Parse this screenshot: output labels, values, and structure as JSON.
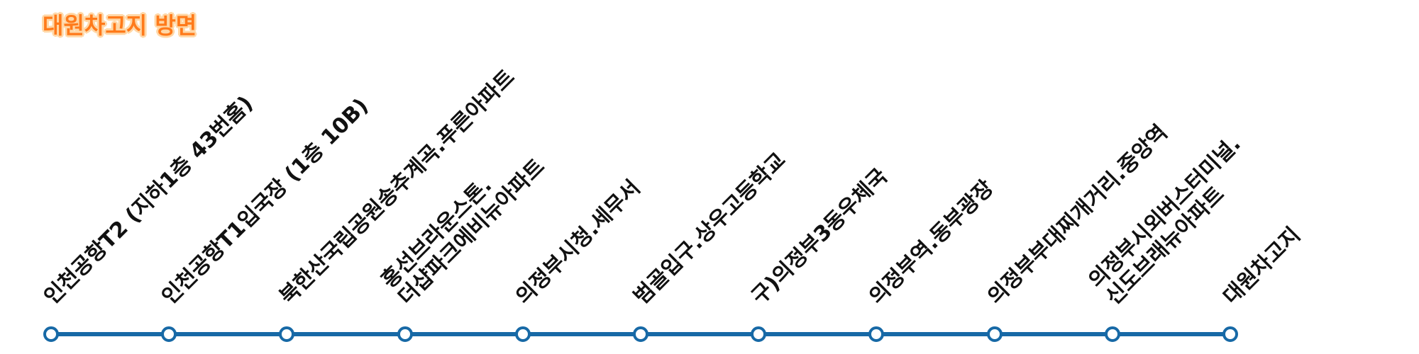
{
  "direction": {
    "title": "대원차고지 방면"
  },
  "stops": [
    {
      "label": "인천공항T2 (지하1층 43번홈)",
      "lines": [
        "인천공항T2 (지하1층 43번홈)"
      ]
    },
    {
      "label": "인천공항T1입국장 (1층 10B)",
      "lines": [
        "인천공항T1입국장 (1층 10B)"
      ]
    },
    {
      "label": "북한산국립공원송추계곡.푸른아파트",
      "lines": [
        "북한산국립공원송추계곡.푸른아파트"
      ]
    },
    {
      "label": "홍선브라운스톤.\n더샵파크에비뉴아파트",
      "lines": [
        "홍선브라운스톤.",
        "더샵파크에비뉴아파트"
      ]
    },
    {
      "label": "의정부시청.세무서",
      "lines": [
        "의정부시청.세무서"
      ]
    },
    {
      "label": "범골입구.상우고등학교",
      "lines": [
        "범골입구.상우고등학교"
      ]
    },
    {
      "label": "구)의정부3동우체국",
      "lines": [
        "구)의정부3동우체국"
      ]
    },
    {
      "label": "의정부역.동부광장",
      "lines": [
        "의정부역.동부광장"
      ]
    },
    {
      "label": "의정부부대찌개거리.중앙역",
      "lines": [
        "의정부부대찌개거리.중앙역"
      ]
    },
    {
      "label": "의정부시외버스터미널.\n신도브래뉴아파트",
      "lines": [
        "의정부시외버스터미널.",
        "신도브래뉴아파트"
      ]
    },
    {
      "label": "대원차고지",
      "lines": [
        "대원차고지"
      ]
    }
  ],
  "colors": {
    "direction": "#ff7a1a",
    "route": "#1769a6",
    "label": "#111111"
  }
}
